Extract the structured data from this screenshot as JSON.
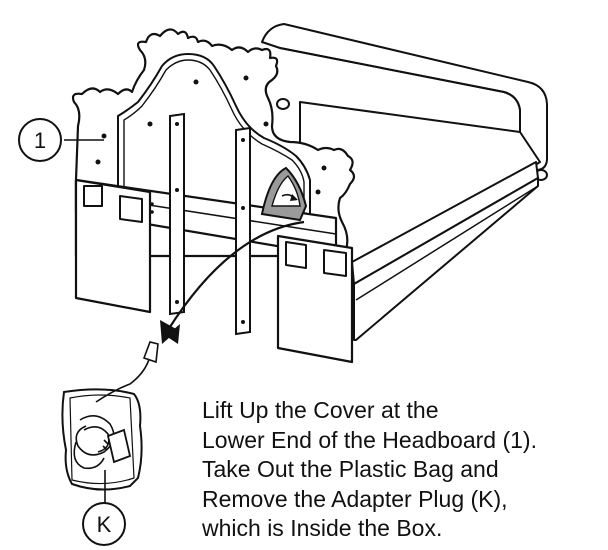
{
  "callouts": {
    "headboard": "1",
    "adapter": "K"
  },
  "instructions": [
    "Lift Up the Cover at the",
    "Lower End of the Headboard (1).",
    "Take Out the Plastic Bag and",
    "Remove the Adapter Plug (K),",
    "which is Inside the Box."
  ],
  "colors": {
    "line": "#111111",
    "background": "#ffffff",
    "shade": "#9a9a9a"
  }
}
